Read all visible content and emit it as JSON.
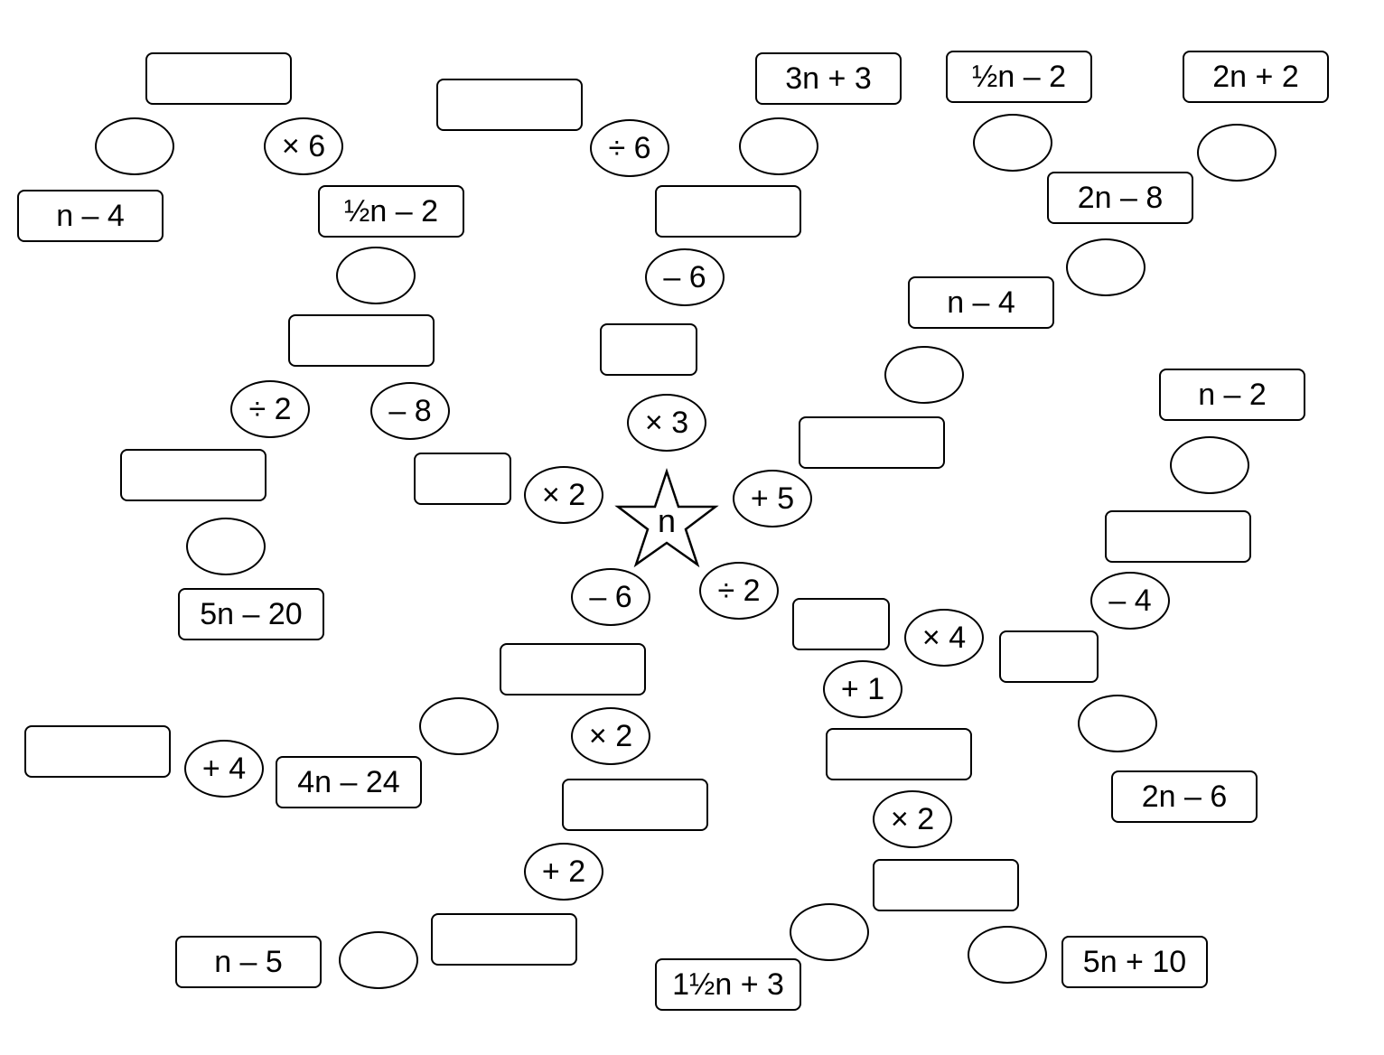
{
  "center": {
    "label": "n"
  },
  "boxes": [
    "",
    "n – 4",
    "",
    "3n + 3",
    "½n – 2",
    "2n + 2",
    "½n – 2",
    "",
    "2n – 8",
    "n – 4",
    "",
    "",
    "n – 2",
    "",
    "",
    "",
    "",
    "5n – 20",
    "",
    "",
    "",
    "",
    "4n – 24",
    "",
    "2n – 6",
    "",
    "",
    "",
    "n – 5",
    "1½n + 3",
    "5n + 10"
  ],
  "operations": [
    "",
    "× 6",
    "÷ 6",
    "",
    "",
    "",
    "",
    "– 6",
    "",
    "",
    "÷ 2",
    "– 8",
    "× 3",
    "× 2",
    "+ 5",
    "",
    "",
    "– 6",
    "÷ 2",
    "– 4",
    "× 4",
    "+ 1",
    "",
    "× 2",
    "",
    "+ 4",
    "× 2",
    "+ 2",
    "",
    "",
    ""
  ]
}
